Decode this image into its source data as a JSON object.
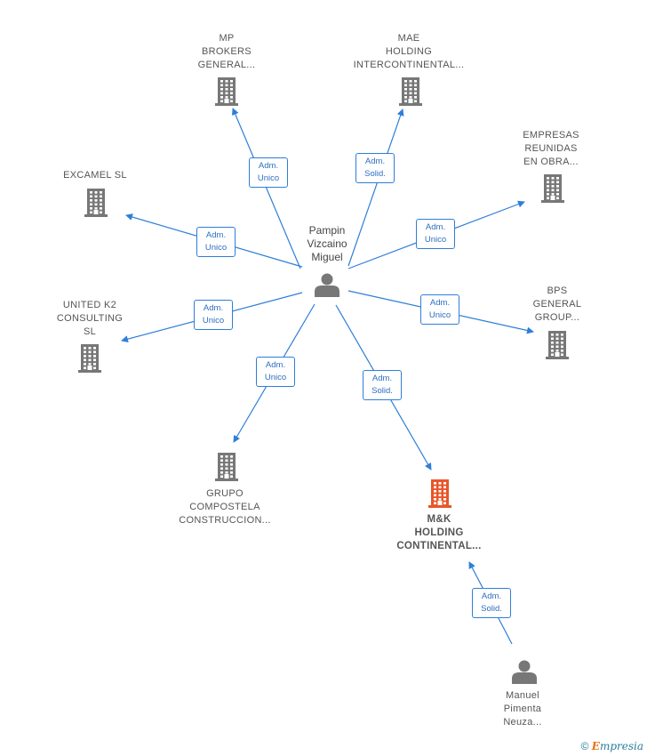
{
  "center_person": {
    "name_lines": [
      "Pampin",
      "Vizcaino",
      "Miguel"
    ],
    "icon": "person-icon"
  },
  "companies": [
    {
      "id": "mp",
      "lines": [
        "MP",
        "BROKERS",
        "GENERAL..."
      ],
      "icon": "building-icon",
      "color": "#777777"
    },
    {
      "id": "mae",
      "lines": [
        "MAE",
        "HOLDING",
        "INTERCONTINENTAL..."
      ],
      "icon": "building-icon",
      "color": "#777777"
    },
    {
      "id": "empresas",
      "lines": [
        "EMPRESAS",
        "REUNIDAS",
        "EN OBRA..."
      ],
      "icon": "building-icon",
      "color": "#777777"
    },
    {
      "id": "excamel",
      "lines": [
        "EXCAMEL SL"
      ],
      "icon": "building-icon",
      "color": "#777777"
    },
    {
      "id": "united",
      "lines": [
        "UNITED K2",
        "CONSULTING",
        "SL"
      ],
      "icon": "building-icon",
      "color": "#777777"
    },
    {
      "id": "bps",
      "lines": [
        "BPS",
        "GENERAL",
        "GROUP..."
      ],
      "icon": "building-icon",
      "color": "#777777"
    },
    {
      "id": "grupo",
      "lines": [
        "GRUPO",
        "COMPOSTELA",
        "CONSTRUCCION..."
      ],
      "icon": "building-icon",
      "color": "#777777"
    },
    {
      "id": "mk",
      "lines": [
        "M&K",
        "HOLDING",
        "CONTINENTAL..."
      ],
      "icon": "building-icon",
      "color": "#e8562a",
      "focus": true
    }
  ],
  "other_person": {
    "name_lines": [
      "Manuel",
      "Pimenta",
      "Neuza..."
    ],
    "icon": "person-icon"
  },
  "relations": [
    {
      "to": "mp",
      "lines": [
        "Adm.",
        "Unico"
      ]
    },
    {
      "to": "mae",
      "lines": [
        "Adm.",
        "Solid."
      ]
    },
    {
      "to": "excamel",
      "lines": [
        "Adm.",
        "Unico"
      ]
    },
    {
      "to": "empresas",
      "lines": [
        "Adm.",
        "Unico"
      ]
    },
    {
      "to": "united",
      "lines": [
        "Adm.",
        "Unico"
      ]
    },
    {
      "to": "bps",
      "lines": [
        "Adm.",
        "Unico"
      ]
    },
    {
      "to": "grupo",
      "lines": [
        "Adm.",
        "Unico"
      ]
    },
    {
      "to": "mk",
      "lines": [
        "Adm.",
        "Solid."
      ]
    },
    {
      "from": "other_person",
      "to": "mk",
      "lines": [
        "Adm.",
        "Solid."
      ]
    }
  ],
  "colors": {
    "edge": "#2f7ed8",
    "building": "#777777",
    "focus_building": "#e8562a",
    "person": "#777777"
  },
  "brand": {
    "copyright": "©",
    "e": "E",
    "rest": "mpresia"
  }
}
